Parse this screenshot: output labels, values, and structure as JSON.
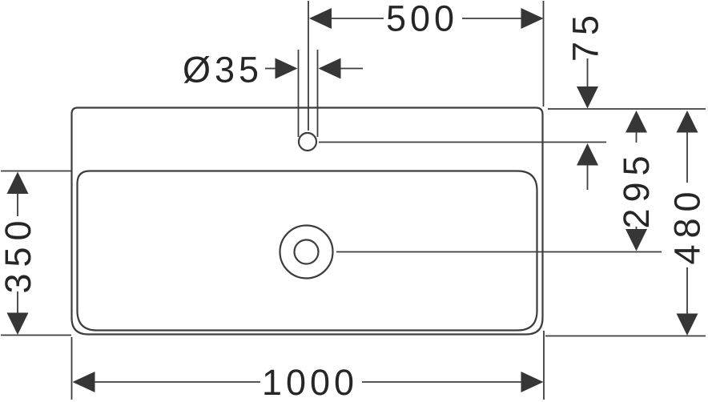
{
  "drawing": {
    "type": "technical-dimension-drawing",
    "subject": "rectangular washbasin, top view with tap hole and drain",
    "dimensions": {
      "overall_width": "1000",
      "overall_depth": "480",
      "inner_bowl_depth": "350",
      "tap_hole_to_right_edge": "500",
      "tap_hole_diameter": "Ø35",
      "tap_hole_to_rear_edge": "75",
      "drain_to_rear_edge": "295"
    },
    "colors": {
      "line": "#3d3d3d",
      "text": "#262626",
      "arrow": "#363636",
      "bg": "#ffffff"
    }
  }
}
